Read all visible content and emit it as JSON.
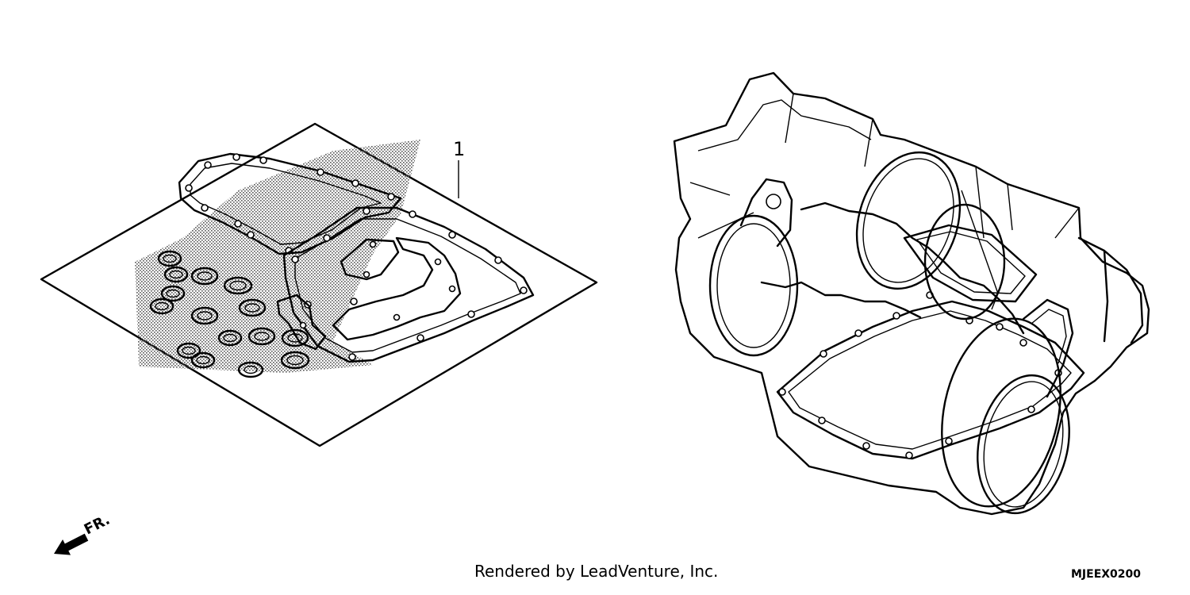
{
  "diagram": {
    "callout_number": "1",
    "direction_label": "FR.",
    "credit": "Rendered by LeadVenture, Inc.",
    "drawing_code": "MJEEX0200"
  }
}
